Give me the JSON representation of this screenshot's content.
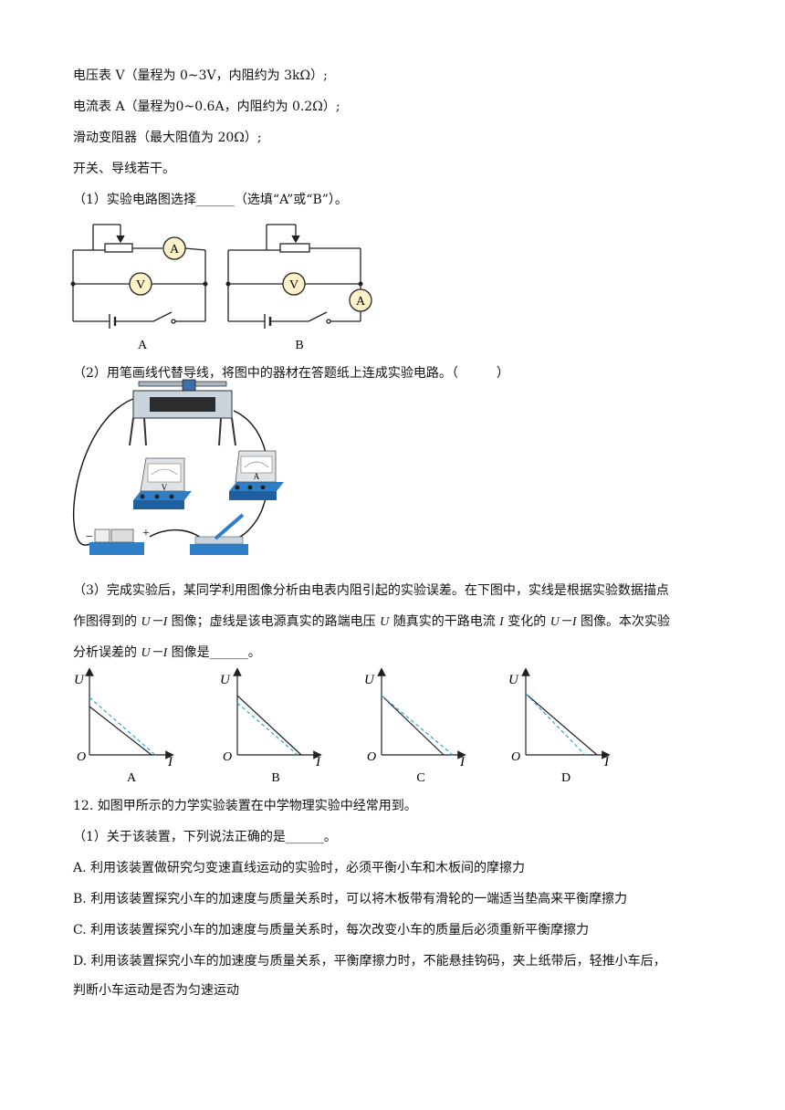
{
  "equipment": {
    "voltmeter": "电压表 V（量程为 0~3V，内阻约为 3kΩ）;",
    "ammeter": "电流表 A（量程为0~0.6A，内阻约为 0.2Ω）;",
    "rheostat": "滑动变阻器（最大阻值为 20Ω）;",
    "switch_wires": "开关、导线若干。"
  },
  "q1": {
    "prefix": "（1）实验电路图选择",
    "blank": "______",
    "suffix": "（选填“A”或“B”）。"
  },
  "circuits": [
    {
      "label": "A",
      "meter_v": "V",
      "meter_a": "A"
    },
    {
      "label": "B",
      "meter_v": "V",
      "meter_a": "A"
    }
  ],
  "q2": {
    "text": "（2）用笔画线代替导线，将图中的器材在答题纸上连成实验电路。（　　　）"
  },
  "apparatus": {
    "voltmeter_letter": "V",
    "ammeter_letter": "A",
    "minus": "−",
    "plus": "+"
  },
  "q3": {
    "line1": "（3）完成实验后，某同学利用图像分析由电表内阻引起的实验误差。在下图中，实线是根据实验数据描点",
    "line2_a": "作图得到的 ",
    "ui": "U－I",
    "line2_b": " 图像；虚线是该电源真实的路端电压 ",
    "u": "U",
    "line2_c": " 随真实的干路电流 ",
    "i": "I",
    "line2_d": " 变化的 ",
    "line2_e": " 图像。本次实验",
    "line3_a": "分析误差的 ",
    "line3_b": " 图像是",
    "blank": "______",
    "line3_c": "。"
  },
  "graphs": [
    {
      "label": "A",
      "axis_u": "U",
      "axis_i": "I",
      "origin": "O"
    },
    {
      "label": "B",
      "axis_u": "U",
      "axis_i": "I",
      "origin": "O"
    },
    {
      "label": "C",
      "axis_u": "U",
      "axis_i": "I",
      "origin": "O"
    },
    {
      "label": "D",
      "axis_u": "U",
      "axis_i": "I",
      "origin": "O"
    }
  ],
  "q12": {
    "title": "12. 如图甲所示的力学实验装置在中学物理实验中经常用到。",
    "sub1": "（1）关于该装置，下列说法正确的是______。",
    "options": [
      "A. 利用该装置做研究匀变速直线运动的实验时，必须平衡小车和木板间的摩擦力",
      "B. 利用该装置探究小车的加速度与质量关系时，可以将木板带有滑轮的一端适当垫高来平衡摩擦力",
      "C. 利用该装置探究小车的加速度与质量关系时，每次改变小车的质量后必须重新平衡摩擦力",
      "D. 利用该装置探究小车的加速度与质量关系，平衡摩擦力时，不能悬挂钩码，夹上纸带后，轻推小车后，"
    ],
    "option_d_cont": "判断小车运动是否为匀速运动"
  }
}
